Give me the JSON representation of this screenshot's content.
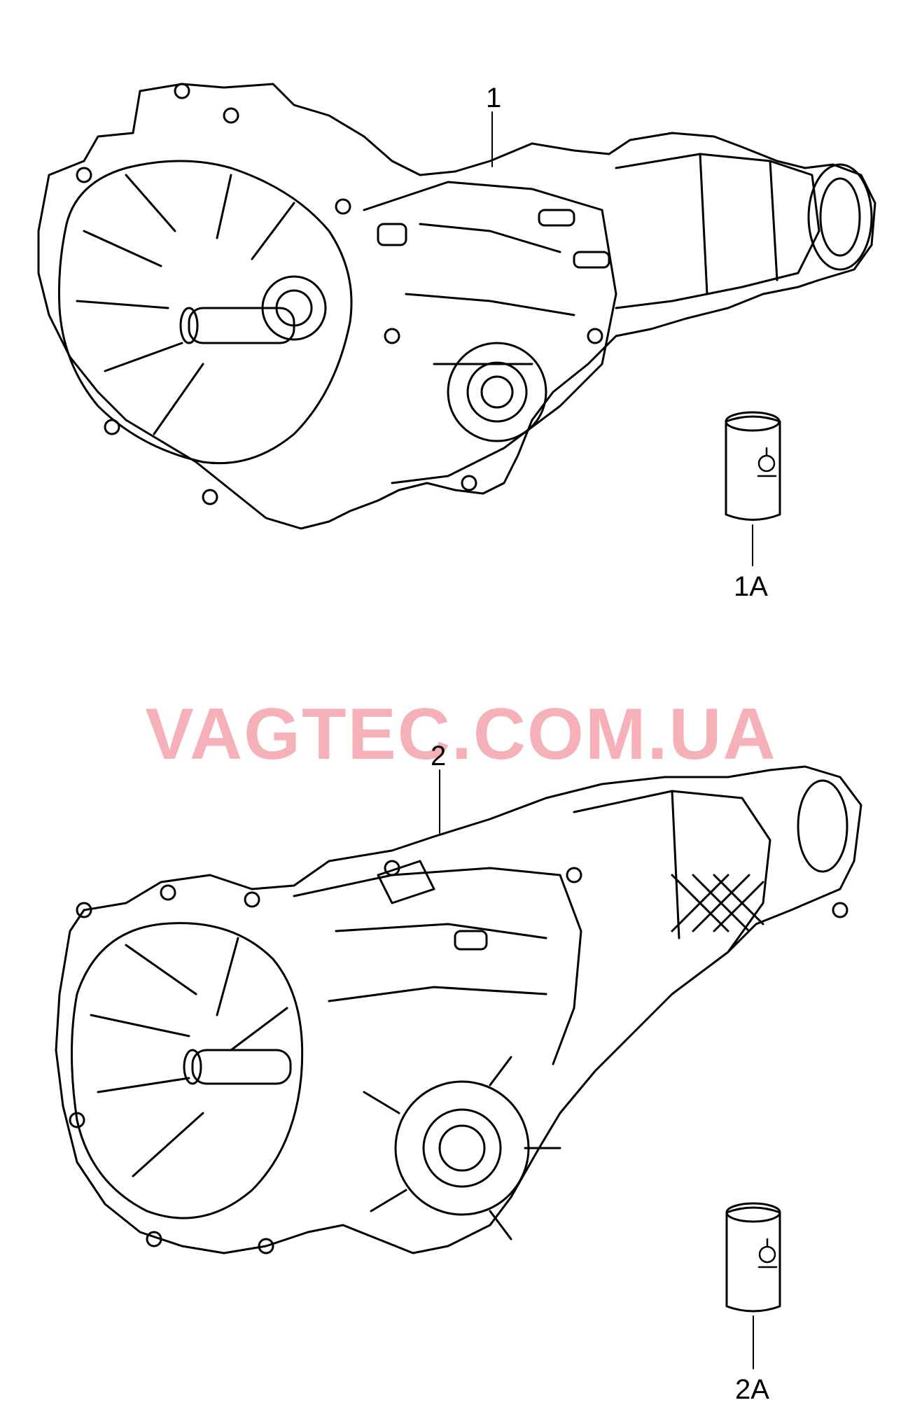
{
  "callouts": {
    "part1": "1",
    "part1a": "1A",
    "part2": "2",
    "part2a": "2A"
  },
  "watermark": "VAGTEC.COM.UA",
  "colors": {
    "line": "#000000",
    "watermark": "#f4a3ac",
    "background": "#ffffff"
  },
  "icons": {
    "oil_can_1": "oil-can-icon",
    "oil_can_2": "oil-can-icon"
  }
}
